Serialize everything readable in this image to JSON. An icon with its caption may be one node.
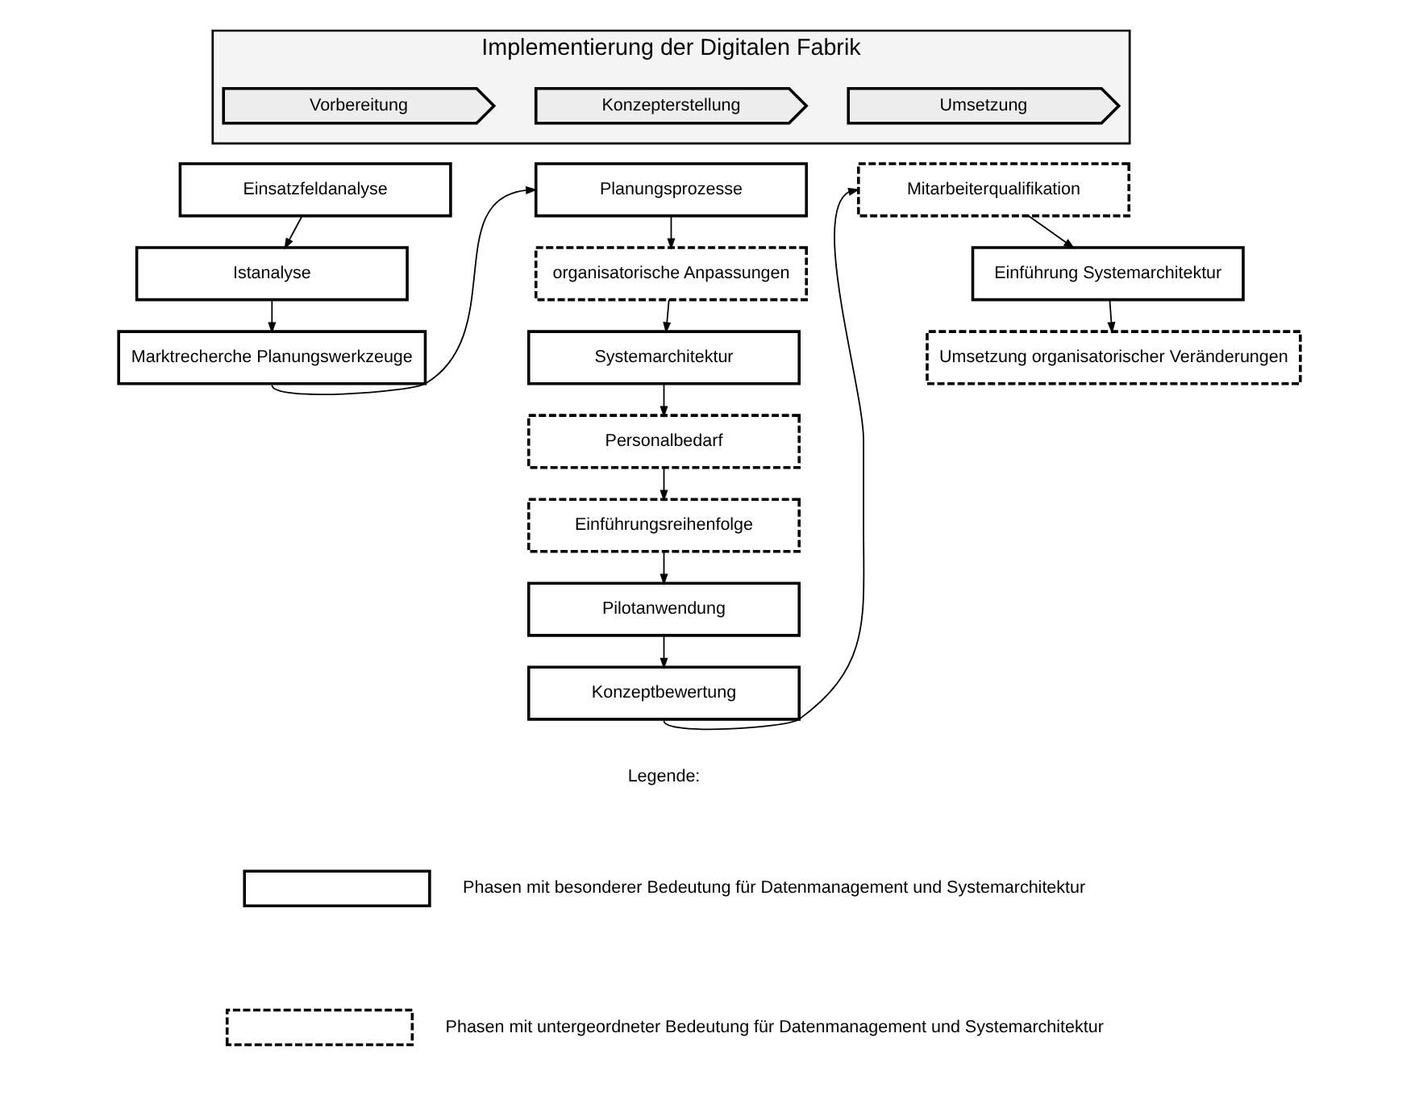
{
  "diagram": {
    "nodes": [
      {
        "text": [
          "Implementierung der Digitalen Fabrik"
        ]
      },
      {
        "text": [
          "Vorbereitung"
        ],
        "in": 0
      },
      {
        "text": [
          "Konzepterstellung"
        ],
        "in": 0
      },
      {
        "text": [
          "Umsetzung"
        ],
        "in": 0
      },
      {
        "text": [
          "Einsatzfeldanalyse"
        ]
      },
      {
        "text": [
          "Istanalyse"
        ]
      },
      {
        "text": [
          "Marktrecherche Planungswerkzeuge"
        ]
      },
      {
        "text": [
          "Planungsprozesse"
        ]
      },
      {
        "text": [
          "organisatorische Anpassungen"
        ]
      },
      {
        "text": [
          "Systemarchitektur"
        ]
      },
      {
        "text": [
          "Personalbedarf"
        ]
      },
      {
        "text": [
          "Einführungsreihenfolge"
        ]
      },
      {
        "text": [
          "Pilotanwendung"
        ]
      },
      {
        "text": [
          "Konzeptbewertung"
        ]
      },
      {
        "text": [
          "Mitarbeiterqualifikation"
        ]
      },
      {
        "text": [
          "Einführung Systemarchitektur"
        ]
      },
      {
        "text": [
          "Umsetzung organisatorischer Veränderungen"
        ]
      }
    ],
    "edges": [
      {
        "from": 4,
        "to": 5,
        "arrow": "to"
      },
      {
        "from": 5,
        "to": 6,
        "arrow": "to"
      },
      {
        "from": 6,
        "to": 7,
        "arrow": "to"
      },
      {
        "from": 7,
        "to": 8,
        "arrow": "to"
      },
      {
        "from": 8,
        "to": 9,
        "arrow": "to"
      },
      {
        "from": 9,
        "to": 10,
        "arrow": "to"
      },
      {
        "from": 10,
        "to": 11,
        "arrow": "to"
      },
      {
        "from": 11,
        "to": 12,
        "arrow": "to"
      },
      {
        "from": 12,
        "to": 13,
        "arrow": "to"
      },
      {
        "from": 13,
        "to": 14,
        "arrow": "to"
      },
      {
        "from": 14,
        "to": 15,
        "arrow": "to"
      },
      {
        "from": 15,
        "to": 16,
        "arrow": "to"
      }
    ],
    "labels": [
      "Legende:"
    ],
    "legend": [
      {
        "text": "Phasen mit besonderer Bedeutung für Datenmanagement und Systemarchitektur"
      },
      {
        "text": "Phasen mit untergeordneter Bedeutung für Datenmanagement und Systemarchitektur"
      }
    ]
  }
}
